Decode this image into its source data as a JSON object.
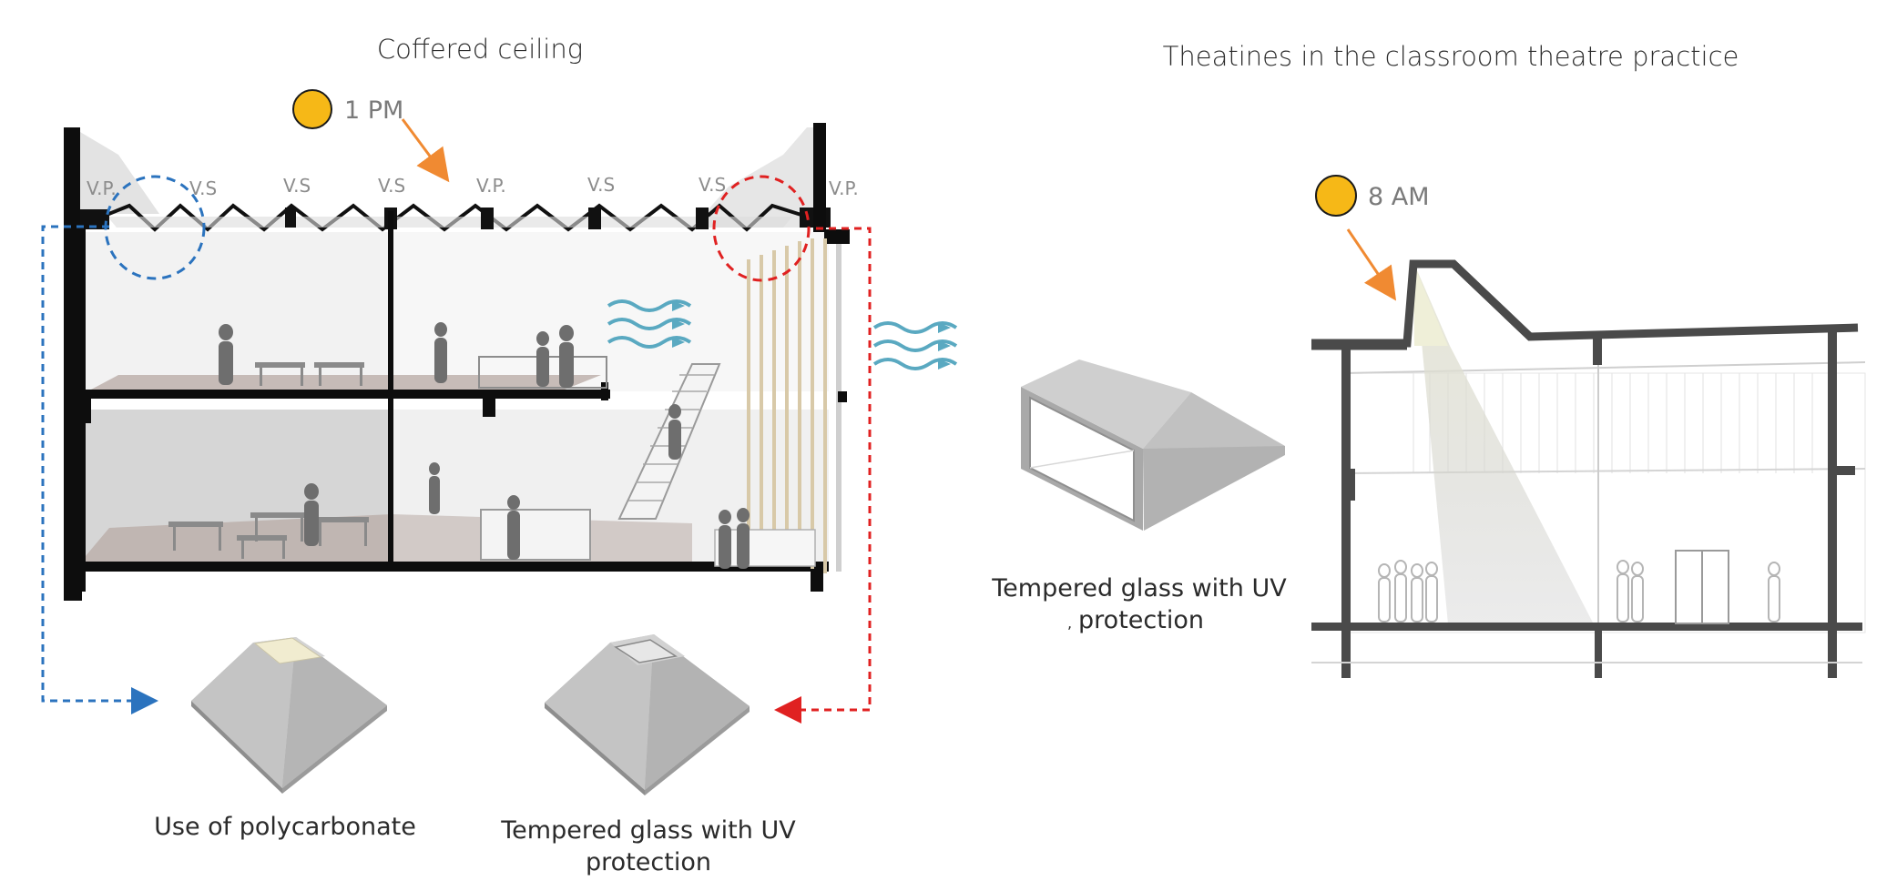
{
  "left_section": {
    "title": "Coffered ceiling",
    "sun_time": "1 PM",
    "roof_tags": [
      "V.P.",
      "V.S",
      "V.S",
      "V.S",
      "V.P.",
      "V.S",
      "V.S",
      "V.P."
    ],
    "caption_polycarbonate": "Use of polycarbonate",
    "caption_glass_line1": "Tempered glass with UV",
    "caption_glass_line2": "protection"
  },
  "right_section": {
    "title": "Theatines in the classroom theatre practice",
    "sun_time": "8 AM",
    "caption_line1": "Tempered glass with UV",
    "caption_line2": "protection",
    "caption_mark": ","
  },
  "colors": {
    "sun": "#f6b817",
    "sun_arrow": "#f08a32",
    "blue_callout": "#2b73be",
    "red_callout": "#e02121",
    "airflow": "#5aa9c1",
    "wall": "#0d0d0d",
    "floor_tint": "#b7a8a3"
  }
}
